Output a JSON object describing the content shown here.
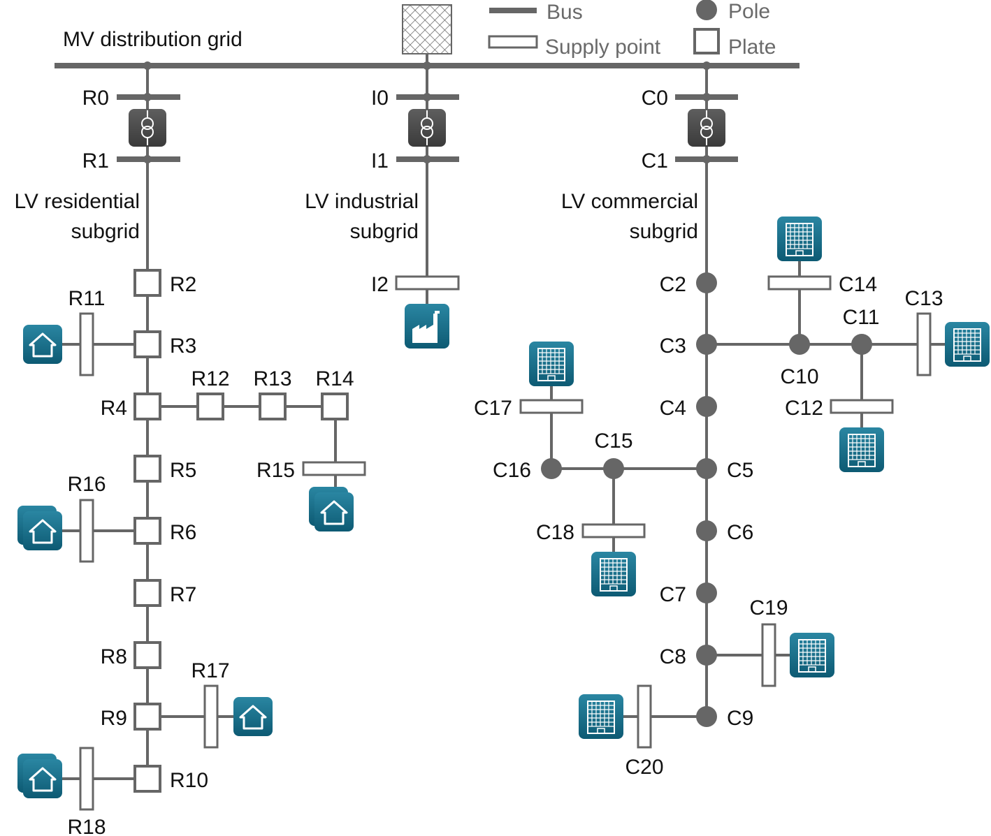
{
  "title": "MV distribution grid",
  "legend": {
    "bus": "Bus",
    "supply_point": "Supply point",
    "pole": "Pole",
    "plate": "Plate"
  },
  "subgrids": {
    "residential": {
      "line1": "LV residential",
      "line2": "subgrid"
    },
    "industrial": {
      "line1": "LV industrial",
      "line2": "subgrid"
    },
    "commercial": {
      "line1": "LV commercial",
      "line2": "subgrid"
    }
  },
  "nodes": {
    "R0": "R0",
    "R1": "R1",
    "R2": "R2",
    "R3": "R3",
    "R4": "R4",
    "R5": "R5",
    "R6": "R6",
    "R7": "R7",
    "R8": "R8",
    "R9": "R9",
    "R10": "R10",
    "R11": "R11",
    "R12": "R12",
    "R13": "R13",
    "R14": "R14",
    "R15": "R15",
    "R16": "R16",
    "R17": "R17",
    "R18": "R18",
    "I0": "I0",
    "I1": "I1",
    "I2": "I2",
    "C0": "C0",
    "C1": "C1",
    "C2": "C2",
    "C3": "C3",
    "C4": "C4",
    "C5": "C5",
    "C6": "C6",
    "C7": "C7",
    "C8": "C8",
    "C9": "C9",
    "C10": "C10",
    "C11": "C11",
    "C12": "C12",
    "C13": "C13",
    "C14": "C14",
    "C15": "C15",
    "C16": "C16",
    "C17": "C17",
    "C18": "C18",
    "C19": "C19",
    "C20": "C20"
  },
  "colors": {
    "line": "#666666",
    "transformer": "#4d4d4d",
    "consumer_icon": "#1b6e88"
  },
  "icons": {
    "mv_source": "hatched-square-icon",
    "transformer": "transformer-icon",
    "residential": "house-icon",
    "industrial": "factory-icon",
    "commercial": "office-building-icon"
  }
}
